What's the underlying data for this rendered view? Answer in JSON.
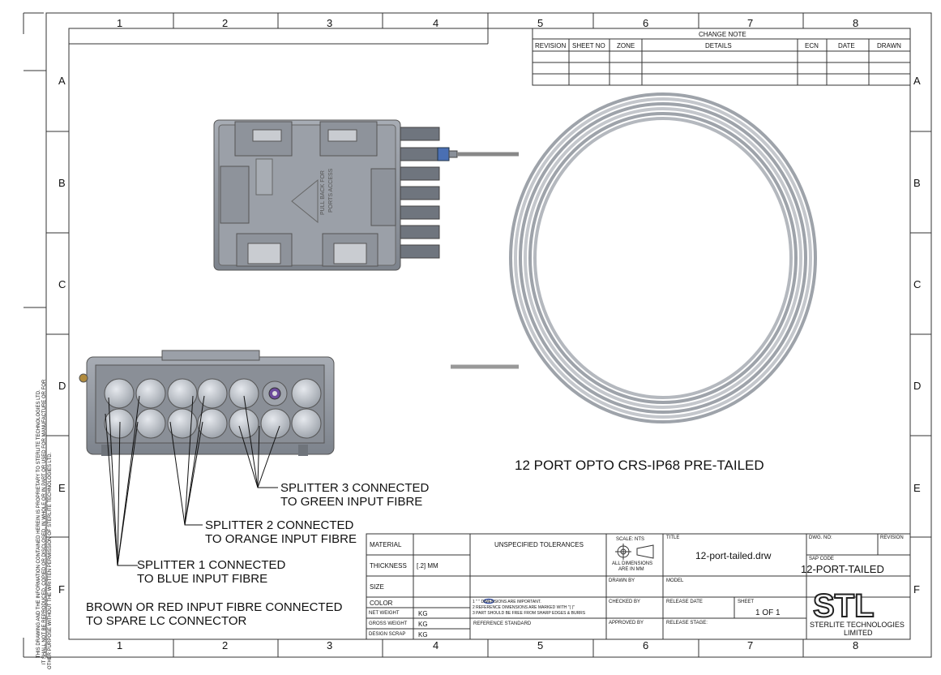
{
  "zones": {
    "columns": [
      "1",
      "2",
      "3",
      "4",
      "5",
      "6",
      "7",
      "8"
    ],
    "rows": [
      "A",
      "B",
      "C",
      "D",
      "E",
      "F"
    ]
  },
  "proprietary_notice": {
    "line1": "THIS DRAWING AND THE INFORMATION CONTAINED HEREIN IS PROPRIETARY TO STERLITE TECHNOLOGIES LTD.",
    "line2": "IT SHALL NOT BE REPRODUCED, COPIED OR DISCLOSED, IN WHOLE OR IN PART OR USED FOR MANUFACTURE OR FOR",
    "line3": "OTHER PURPOSE WITHOUT THE WRITTEN PERMISSION OF STERLITE TECHNOLOGIES LTD."
  },
  "change_note": {
    "title": "CHANGE NOTE",
    "headers": [
      "REVISION",
      "SHEET NO",
      "ZONE",
      "DETAILS",
      "ECN",
      "DATE",
      "DRAWN"
    ]
  },
  "drawing_title": "12 PORT OPTO CRS-IP68 PRE-TAILED",
  "notes": {
    "splitter1_l1": "SPLITTER 1 CONNECTED",
    "splitter1_l2": "TO BLUE INPUT FIBRE",
    "splitter2_l1": "SPLITTER 2 CONNECTED",
    "splitter2_l2": "TO ORANGE INPUT FIBRE",
    "splitter3_l1": "SPLITTER 3 CONNECTED",
    "splitter3_l2": "TO GREEN INPUT FIBRE",
    "spare_l1": "BROWN OR RED INPUT FIBRE CONNECTED",
    "spare_l2": "TO SPARE LC CONNECTOR"
  },
  "title_block": {
    "material_label": "MATERIAL",
    "thickness_label": "THICKNESS",
    "thickness_value": "[.2] MM",
    "size_label": "SIZE",
    "color_label": "COLOR",
    "net_weight_label": "NET WEIGHT",
    "net_weight_unit": "KG",
    "gross_weight_label": "GROSS WEIGHT",
    "gross_weight_unit": "KG",
    "design_scrap_label": "DESIGN SCRAP",
    "design_scrap_unit": "KG",
    "unspecified_tolerances": "UNSPECIFIED TOLERANCES",
    "tol_note1": "1  \"  \" DIMENSIONS ARE IMPORTANT.",
    "tol_note2": "2  REFERENCE DIMENSIONS ARE MARKED WITH \"( )\"",
    "tol_note3": "3  PART SHOULD BE FREE FROM SHARP EDGES & BURRS",
    "reference_standard": "REFERENCE STANDARD",
    "scale_label": "SCALE: NTS",
    "dims_note_l1": "ALL DIMENSIONS",
    "dims_note_l2": "ARE IN MM",
    "drawn_by": "DRAWN BY",
    "checked_by": "CHECKED BY",
    "approved_by": "APPROVED BY",
    "title_label": "TITLE",
    "title_value": "12-port-tailed.drw",
    "model_label": "MODEL",
    "release_date": "RELEASE DATE",
    "sheet_label": "SHEET",
    "sheet_value": "1  OF  1",
    "release_stage": "RELEASE STAGE:",
    "dwg_no_label": "DWG. NO:",
    "revision_label": "REVISION",
    "sap_code_label": "SAP CODE",
    "sap_code_value": "12-PORT-TAILED",
    "company_logo": "STL",
    "company_l1": "STERLITE TECHNOLOGIES",
    "company_l2": "LIMITED"
  }
}
